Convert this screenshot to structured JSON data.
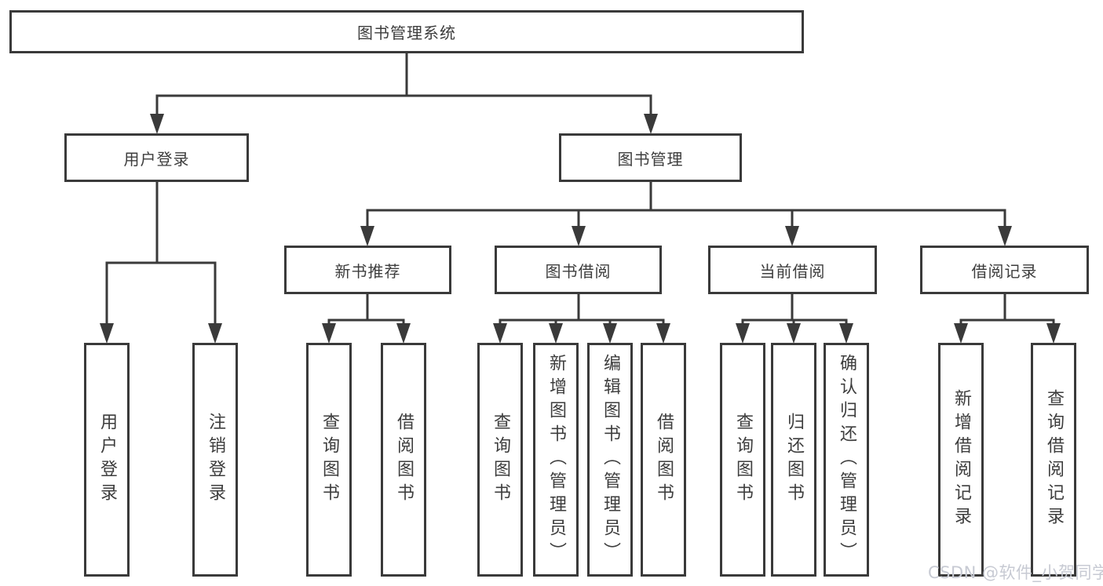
{
  "diagram": {
    "root": "图书管理系统",
    "level2": [
      "用户登录",
      "图书管理"
    ],
    "level3": [
      "新书推荐",
      "图书借阅",
      "当前借阅",
      "借阅记录"
    ],
    "leaves_user": [
      "用户登录",
      "注销登录"
    ],
    "leaves_newbook": [
      "查询图书",
      "借阅图书"
    ],
    "leaves_borrow": [
      "查询图书",
      "新增图书（管理员）",
      "编辑图书（管理员）",
      "借阅图书"
    ],
    "leaves_current": [
      "查询图书",
      "归还图书",
      "确认归还（管理员）"
    ],
    "leaves_records": [
      "新增借阅记录",
      "查询借阅记录"
    ]
  },
  "watermark": "CSDN @软件_小贺同学",
  "colors": {
    "line": "#3a3a3a",
    "text": "#3d3d3d",
    "watermark": "#c7cad3",
    "background": "#ffffff"
  }
}
